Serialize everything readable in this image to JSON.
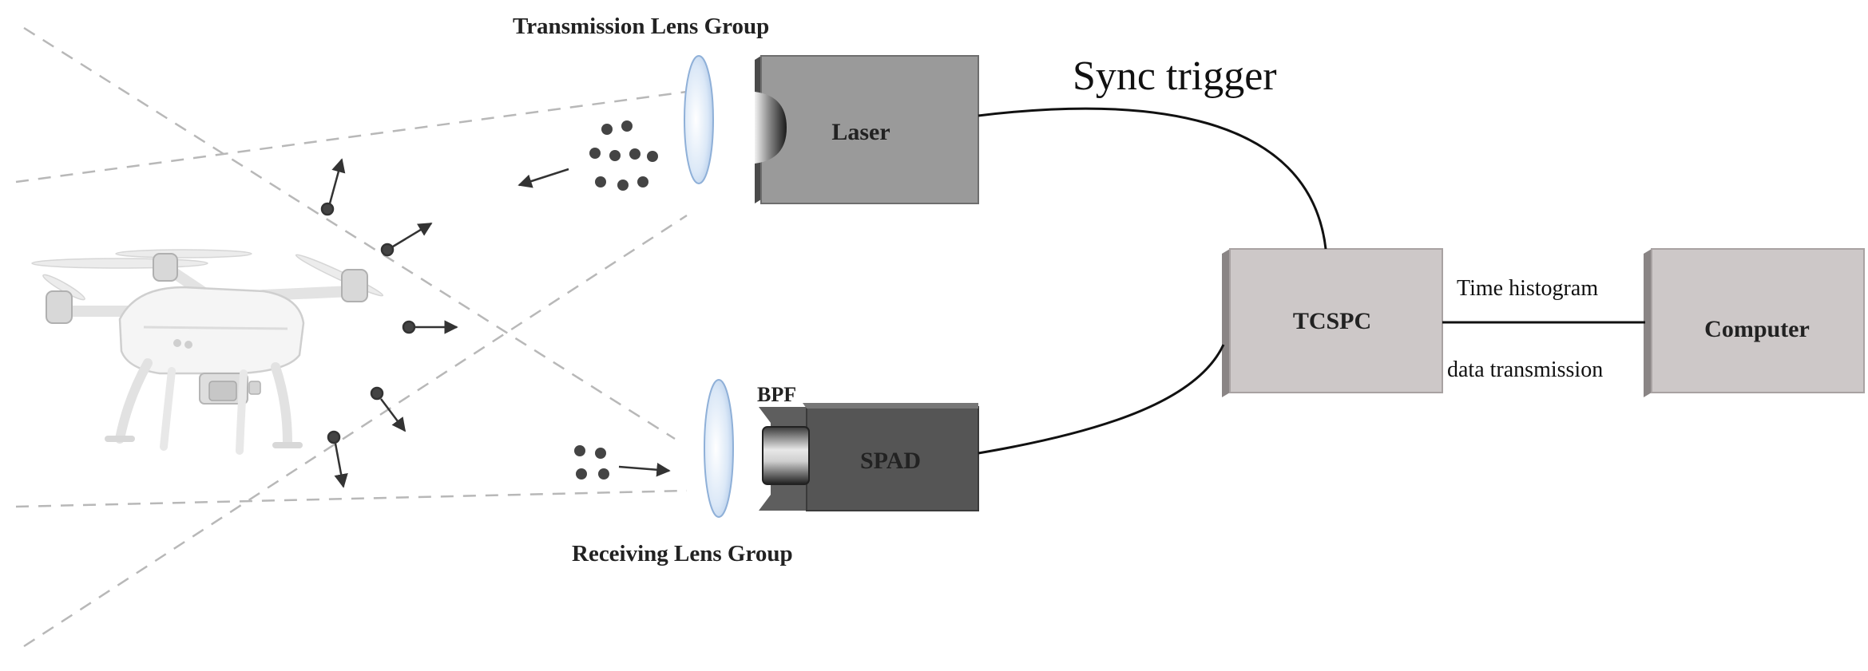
{
  "labels": {
    "transmission_lens_group": "Transmission Lens Group",
    "receiving_lens_group": "Receiving Lens Group",
    "laser": "Laser",
    "spad": "SPAD",
    "bpf": "BPF",
    "tcspc": "TCSPC",
    "computer": "Computer",
    "sync_trigger": "Sync trigger",
    "time_histogram": "Time histogram",
    "data_transmission": "data transmission"
  },
  "colors": {
    "laser_box": "#9a9a9a",
    "spad_box": "#555555",
    "tcspc_box": "#cdc8c8",
    "computer_box": "#cdc8c8",
    "lens": "#c9dcf2",
    "dashed_lines": "#b5b5b5",
    "particles": "#444444",
    "wire": "#111111"
  },
  "icons": {
    "drone": "quadcopter-drone-icon",
    "lens": "lens-icon"
  }
}
